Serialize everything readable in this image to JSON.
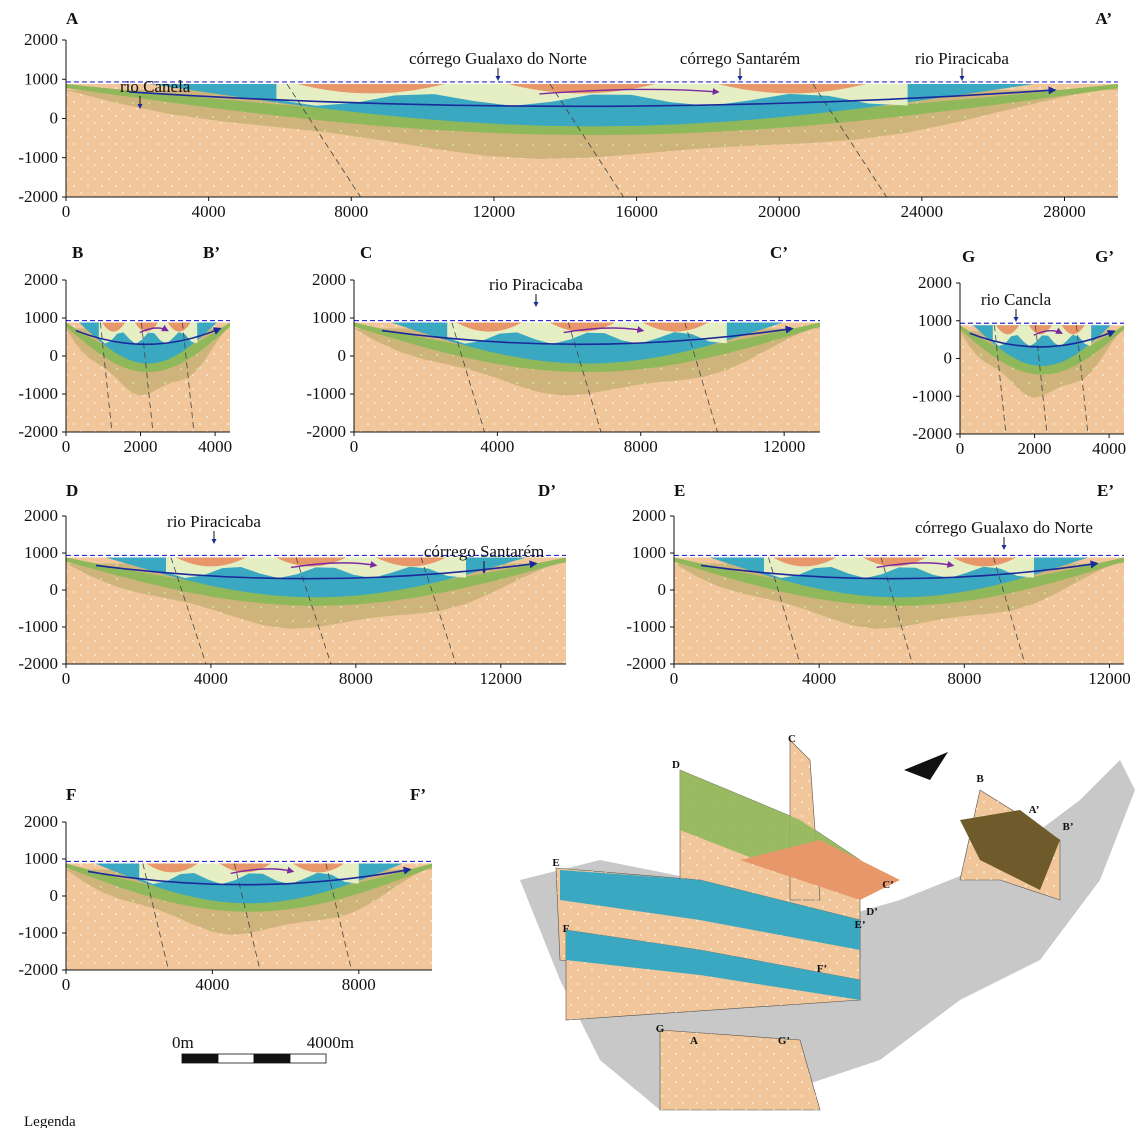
{
  "colors": {
    "basement": "#f0c69a",
    "lower": "#c8b074",
    "aquitard_green": "#8fb85a",
    "aquifer_blue": "#3aa8c0",
    "orange_layer": "#e8976a",
    "pale_layer": "#e6efc4",
    "dark_block": "#6e5a2a",
    "flow_blue": "#1a2a9a",
    "flow_purple": "#7a2aa0",
    "water_table": "#2a2ad0"
  },
  "sections": [
    {
      "id": "A",
      "start_label": "A",
      "end_label": "A’",
      "x_ticks": [
        "0",
        "4000",
        "8000",
        "12000",
        "16000",
        "20000",
        "24000",
        "28000"
      ],
      "y_ticks": [
        "2000",
        "1000",
        "0",
        "-1000",
        "-2000"
      ],
      "rivers": [
        "rio Canela",
        "córrego Gualaxo do Norte",
        "córrego Santarém",
        "rio Piracicaba"
      ]
    },
    {
      "id": "B",
      "start_label": "B",
      "end_label": "B’",
      "x_ticks": [
        "0",
        "2000",
        "4000"
      ],
      "y_ticks": [
        "2000",
        "1000",
        "0",
        "-1000",
        "-2000"
      ],
      "rivers": []
    },
    {
      "id": "C",
      "start_label": "C",
      "end_label": "C’",
      "x_ticks": [
        "0",
        "4000",
        "8000",
        "12000"
      ],
      "y_ticks": [
        "2000",
        "1000",
        "0",
        "-1000",
        "-2000"
      ],
      "rivers": [
        "rio Piracicaba"
      ]
    },
    {
      "id": "G",
      "start_label": "G",
      "end_label": "G’",
      "x_ticks": [
        "0",
        "2000",
        "4000"
      ],
      "y_ticks": [
        "2000",
        "1000",
        "0",
        "-1000",
        "-2000"
      ],
      "rivers": [
        "rio Cancla"
      ]
    },
    {
      "id": "D",
      "start_label": "D",
      "end_label": "D’",
      "x_ticks": [
        "0",
        "4000",
        "8000",
        "12000"
      ],
      "y_ticks": [
        "2000",
        "1000",
        "0",
        "-1000",
        "-2000"
      ],
      "rivers": [
        "rio Piracicaba",
        "córrego Santarém"
      ]
    },
    {
      "id": "E",
      "start_label": "E",
      "end_label": "E’",
      "x_ticks": [
        "0",
        "4000",
        "8000",
        "12000"
      ],
      "y_ticks": [
        "2000",
        "1000",
        "0",
        "-1000",
        "-2000"
      ],
      "rivers": [
        "córrego Gualaxo do Norte"
      ]
    },
    {
      "id": "F",
      "start_label": "F",
      "end_label": "F’",
      "x_ticks": [
        "0",
        "4000",
        "8000"
      ],
      "y_ticks": [
        "2000",
        "1000",
        "0",
        "-1000",
        "-2000"
      ],
      "rivers": []
    }
  ],
  "scalebar": {
    "left": "0m",
    "right": "4000m"
  },
  "block_labels": [
    "D",
    "C",
    "B",
    "A’",
    "B’",
    "E",
    "C’",
    "D’",
    "E’",
    "F",
    "F’",
    "G",
    "A",
    "G’"
  ],
  "legend_title": "Legenda"
}
